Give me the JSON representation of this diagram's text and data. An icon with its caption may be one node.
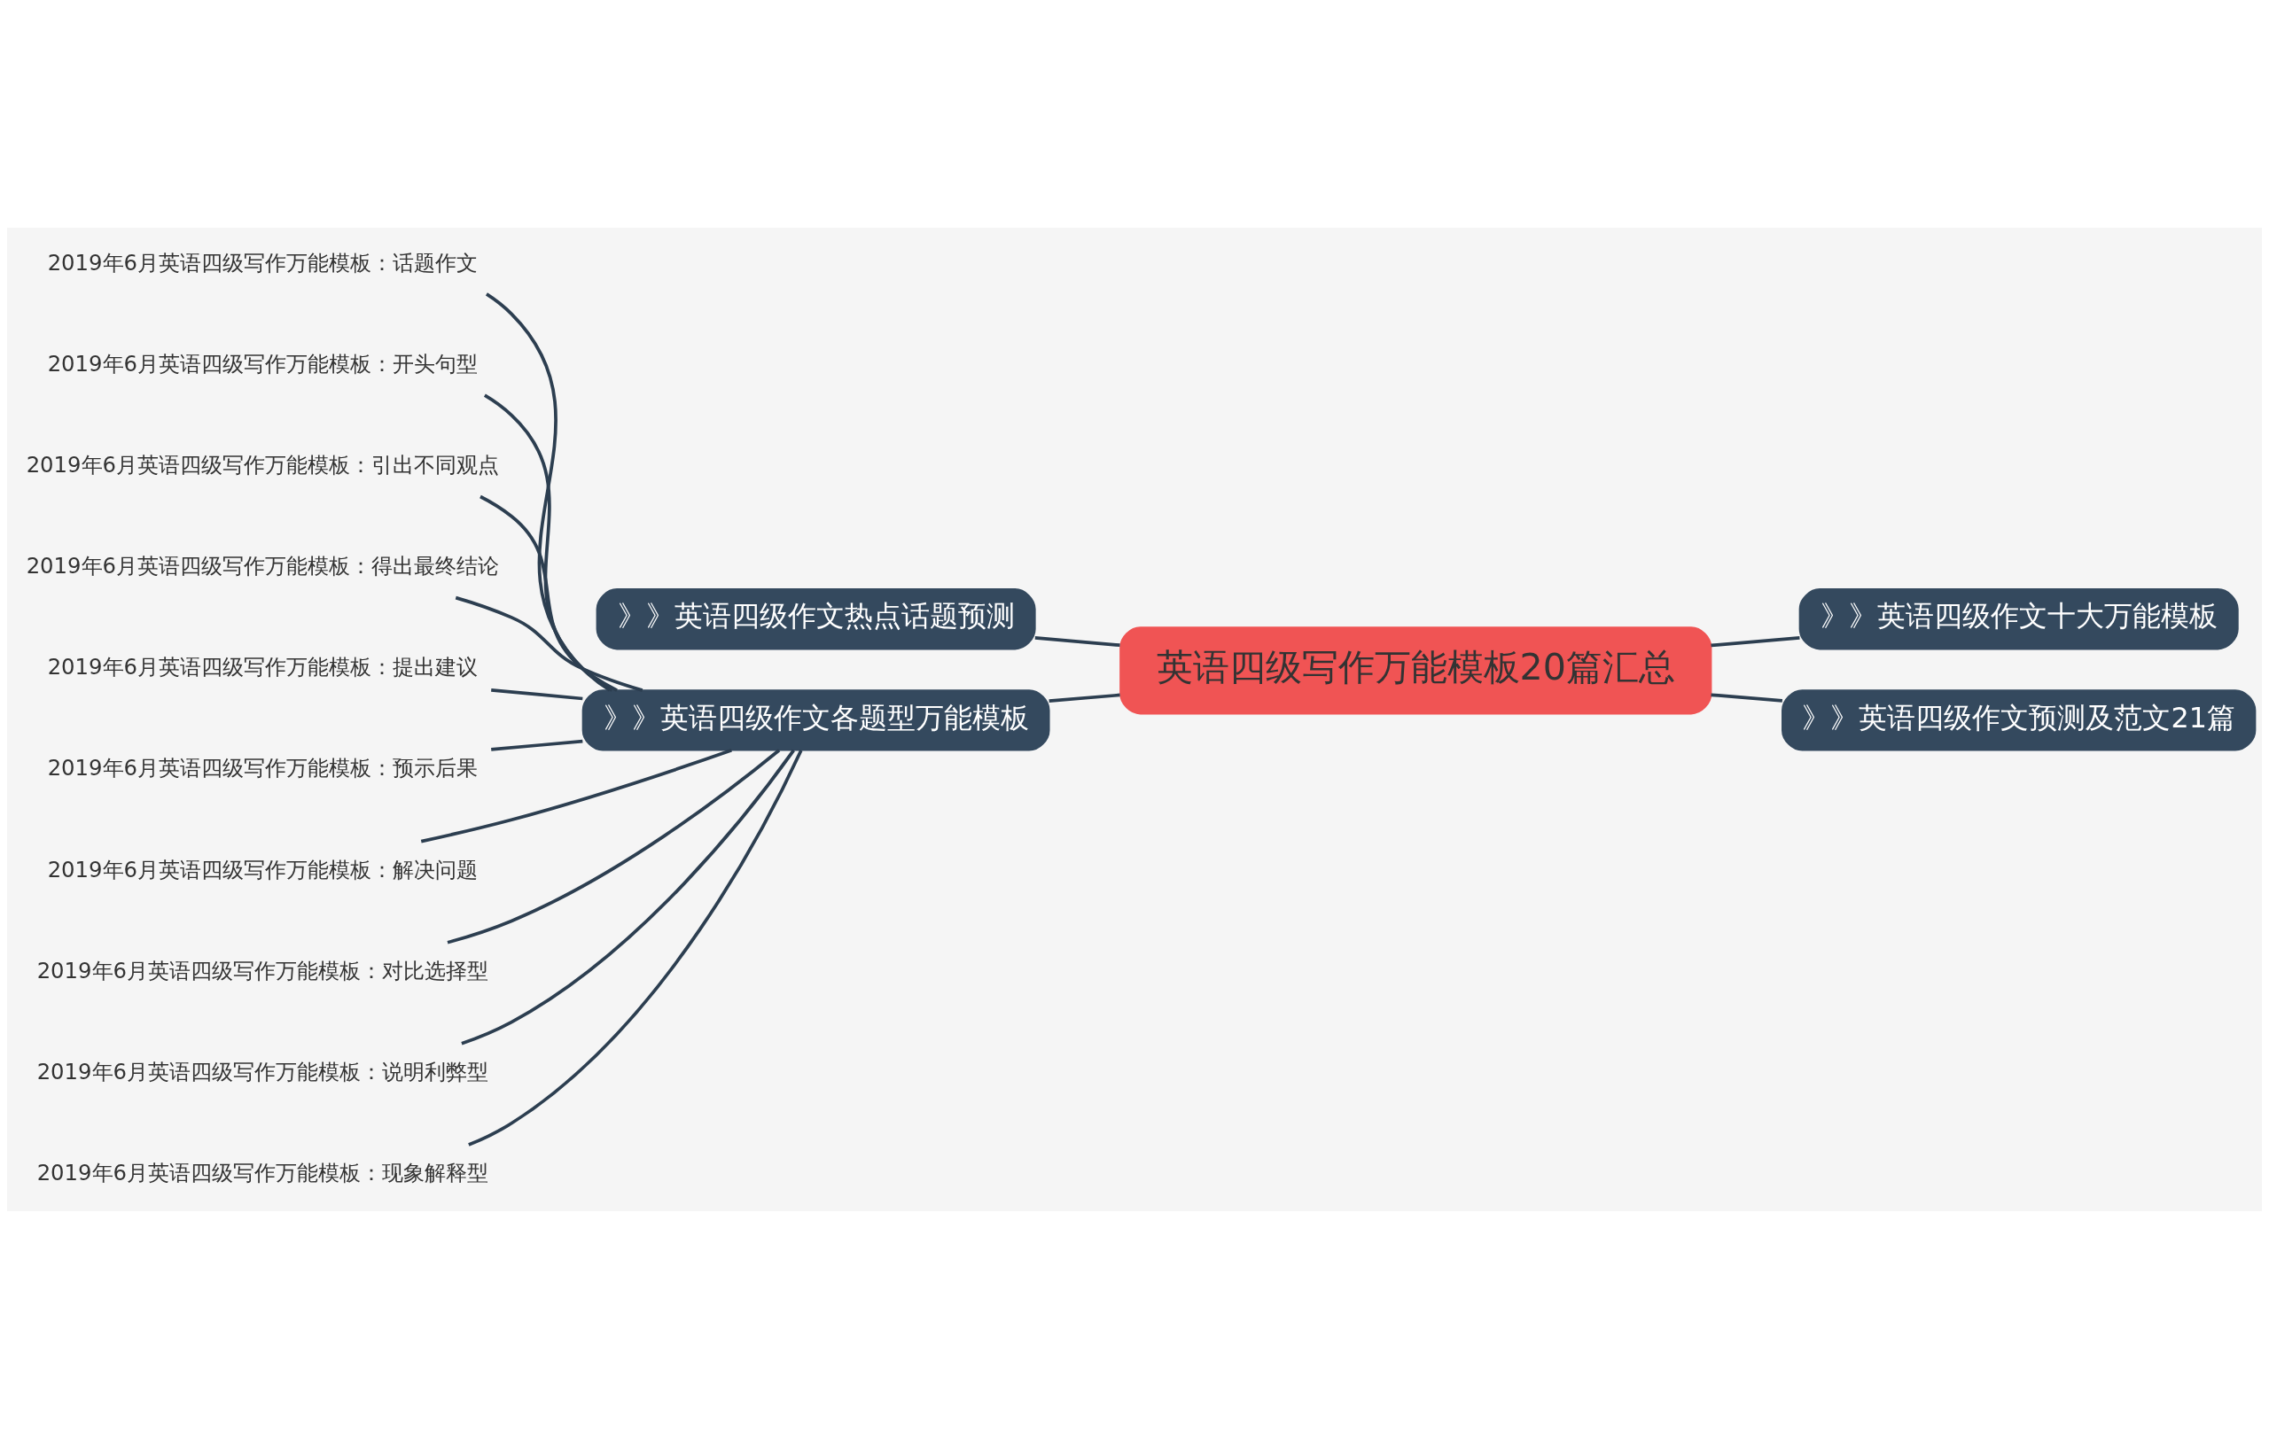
{
  "diagram": {
    "nodes": [
      {
        "text": [
          "英语四级写作万能模板20篇汇总"
        ]
      },
      {
        "text": [
          "》》英语四级作文热点话题预测"
        ]
      },
      {
        "text": [
          "》》英语四级作文各题型万能模板"
        ]
      },
      {
        "text": [
          "2019年6月英语四级写作万能模板：话题作文"
        ]
      },
      {
        "text": [
          "2019年6月英语四级写作万能模板：开头句型"
        ]
      },
      {
        "text": [
          "2019年6月英语四级写作万能模板：引出不同观点"
        ]
      },
      {
        "text": [
          "2019年6月英语四级写作万能模板：得出最终结论"
        ]
      },
      {
        "text": [
          "2019年6月英语四级写作万能模板：提出建议"
        ]
      },
      {
        "text": [
          "2019年6月英语四级写作万能模板：预示后果"
        ]
      },
      {
        "text": [
          "2019年6月英语四级写作万能模板：解决问题"
        ]
      },
      {
        "text": [
          "2019年6月英语四级写作万能模板：对比选择型"
        ]
      },
      {
        "text": [
          "2019年6月英语四级写作万能模板：说明利弊型"
        ]
      },
      {
        "text": [
          "2019年6月英语四级写作万能模板：现象解释型"
        ]
      },
      {
        "text": [
          "》》英语四级作文十大万能模板"
        ]
      },
      {
        "text": [
          "》》英语四级作文预测及范文21篇"
        ]
      }
    ],
    "edges": [
      {
        "from": 0,
        "to": 1,
        "arrow": "none"
      },
      {
        "from": 0,
        "to": 2,
        "arrow": "none"
      },
      {
        "from": 2,
        "to": 3,
        "arrow": "none"
      },
      {
        "from": 2,
        "to": 4,
        "arrow": "none"
      },
      {
        "from": 2,
        "to": 5,
        "arrow": "none"
      },
      {
        "from": 2,
        "to": 6,
        "arrow": "none"
      },
      {
        "from": 2,
        "to": 7,
        "arrow": "none"
      },
      {
        "from": 2,
        "to": 8,
        "arrow": "none"
      },
      {
        "from": 2,
        "to": 9,
        "arrow": "none"
      },
      {
        "from": 2,
        "to": 10,
        "arrow": "none"
      },
      {
        "from": 2,
        "to": 11,
        "arrow": "none"
      },
      {
        "from": 2,
        "to": 12,
        "arrow": "none"
      },
      {
        "from": 0,
        "to": 13,
        "arrow": "none"
      },
      {
        "from": 0,
        "to": 14,
        "arrow": "none"
      }
    ]
  }
}
